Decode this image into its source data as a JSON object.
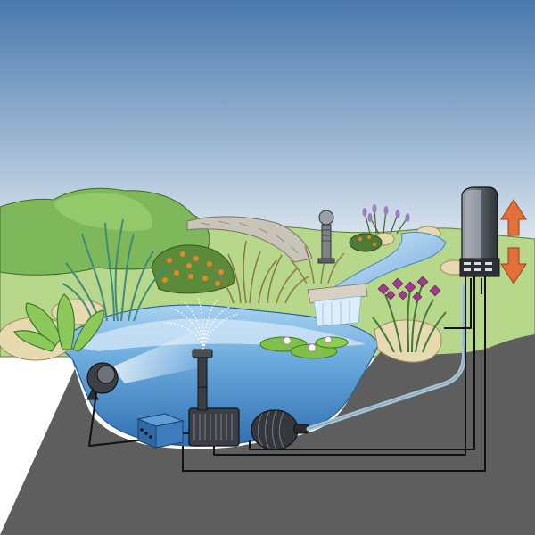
{
  "diagram": {
    "components": [
      {
        "id": "underwater-spotlight",
        "icon": "spotlight-icon"
      },
      {
        "id": "junction-box",
        "icon": "junction-box-icon"
      },
      {
        "id": "fountain-pump",
        "icon": "fountain-pump-icon"
      },
      {
        "id": "pressure-filter",
        "icon": "filter-icon"
      },
      {
        "id": "fountain-jet",
        "icon": "fountain-icon"
      },
      {
        "id": "garden-bollard-light",
        "icon": "lamp-icon"
      },
      {
        "id": "outdoor-control-unit",
        "icon": "control-unit-icon"
      },
      {
        "id": "height-adjust-arrows",
        "icon": "double-arrow-icon"
      }
    ],
    "colors": {
      "sky_top": "#4b7bb0",
      "sky_bottom": "#ffffff",
      "ground": "#5d5d5d",
      "water": "#7fb6e2",
      "water_deep": "#3d7fc0",
      "lawn": "#a9cf73",
      "shrub": "#6ba84a",
      "arrow": "#e2703a",
      "cable": "#111111",
      "hose": "#a9c7d8"
    }
  }
}
